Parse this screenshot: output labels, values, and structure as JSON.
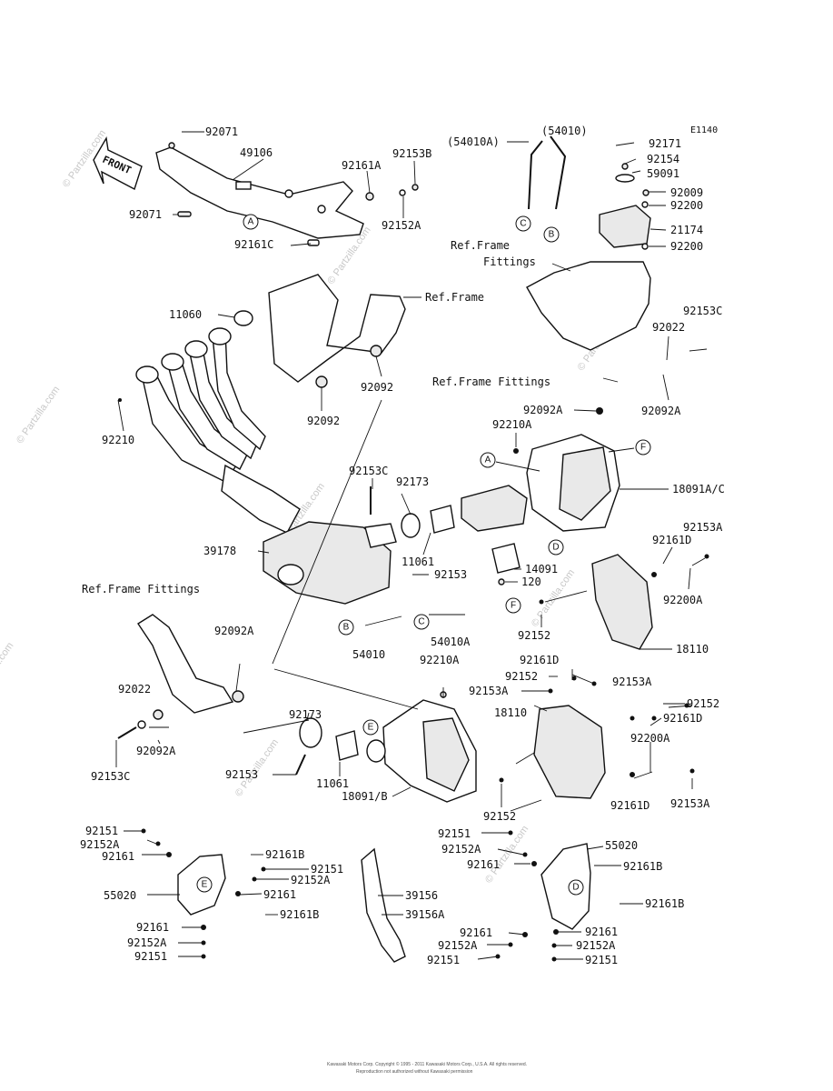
{
  "diagram_code": "E1140",
  "front_label": "FRONT",
  "watermark": "© Partzilla.com",
  "copyright_lines": [
    "Kawasaki Motors Corp. Copyright © 1995 - 2011 Kawasaki Motors Corp., U.S.A. All rights reserved.",
    "Reproduction not authorized without Kawasaki permission"
  ],
  "labels": {
    "l92071a": "92071",
    "l49106": "49106",
    "l92153b": "92153B",
    "l92161a": "92161A",
    "l92071b": "92071",
    "l92152a_1": "92152A",
    "l92161c": "92161C",
    "l54010a_top": "(54010A)",
    "l54010_top": "(54010)",
    "l92171": "92171",
    "l92154": "92154",
    "l59091": "59091",
    "l92009": "92009",
    "l92200_1": "92200",
    "l21174": "21174",
    "l92200_2": "92200",
    "lref_fit_1": "Ref.Frame",
    "lref_fit_1b": "Fittings",
    "lref_frame": "Ref.Frame",
    "l11060": "11060",
    "l92153c_1": "92153C",
    "l92022_1": "92022",
    "lref_fit_2": "Ref.Frame Fittings",
    "l92092_1": "92092",
    "l92092_2": "92092",
    "l92210": "92210",
    "l92092a_1": "92092A",
    "l92092a_2": "92092A",
    "l92210a_1": "92210A",
    "l92153c_2": "92153C",
    "l92173_1": "92173",
    "l18091ac": "18091A/C",
    "l39178": "39178",
    "l11061_1": "11061",
    "l92153_1": "92153",
    "l14091": "14091",
    "l120": "120",
    "l92161d_1": "92161D",
    "l92153a_1": "92153A",
    "l92200a_1": "92200A",
    "lref_fit_3": "Ref.Frame Fittings",
    "l92152_1": "92152",
    "l54010a": "54010A",
    "l54010": "54010",
    "l18110_1": "18110",
    "l92092a_3": "92092A",
    "l92161d_2": "92161D",
    "l92210a_2": "92210A",
    "l92152_2": "92152",
    "l92153a_2": "92153A",
    "l92153a_3": "92153A",
    "l92152_3": "92152",
    "l92161d_3": "92161D",
    "l92022_2": "92022",
    "l92173_2": "92173",
    "l18110_2": "18110",
    "l92092a_4": "92092A",
    "l92200a_2": "92200A",
    "l92153c_3": "92153C",
    "l92153_2": "92153",
    "l11061_2": "11061",
    "l18091b": "18091/B",
    "l92161d_4": "92161D",
    "l92153a_4": "92153A",
    "l92152_4": "92152",
    "l92151_1": "92151",
    "l92152a_2": "92152A",
    "l92161_1": "92161",
    "l92161b_1": "92161B",
    "l92151_2": "92151",
    "l92152a_3": "92152A",
    "l92161_2": "92161",
    "l55020_1": "55020",
    "l92161b_2": "92161B",
    "l92161_3": "92161",
    "l92152a_4": "92152A",
    "l92151_3": "92151",
    "l92151_4": "92151",
    "l92152a_5": "92152A",
    "l92161_4": "92161",
    "l55020_2": "55020",
    "l92161b_3": "92161B",
    "l39156": "39156",
    "l39156a": "39156A",
    "l92161b_4": "92161B",
    "l92161_5": "92161",
    "l92161_6": "92161",
    "l92152a_6": "92152A",
    "l92152a_7": "92152A",
    "l92151_5": "92151",
    "l92151_6": "92151"
  },
  "callouts": {
    "A1": "A",
    "B1": "B",
    "C1": "C",
    "A2": "A",
    "F1": "F",
    "D1": "D",
    "F2": "F",
    "B2": "B",
    "C2": "C",
    "E1": "E",
    "E2": "E",
    "D2": "D"
  }
}
